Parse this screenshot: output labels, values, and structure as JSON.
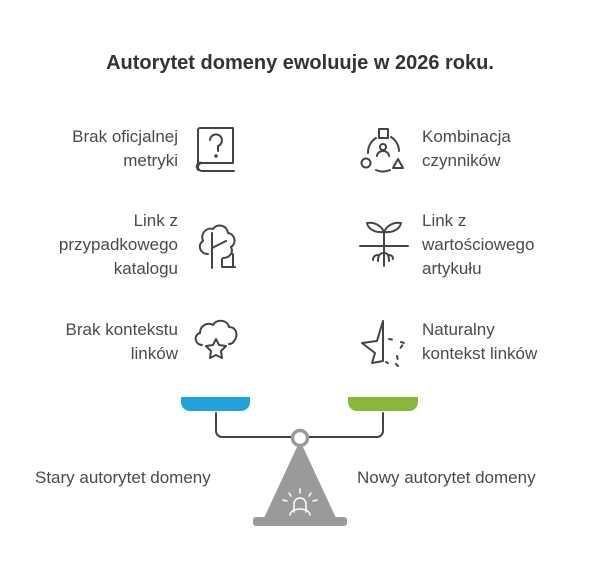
{
  "title": "Autorytet domeny ewoluuje w 2026 roku.",
  "left_items": [
    {
      "text": "Brak oficjalnej\nmetryki",
      "lines": [
        "Brak oficjalnej",
        "metryki"
      ],
      "icon": "book-question-icon"
    },
    {
      "lines": [
        "Link z",
        "przypadkowego",
        "katalogu"
      ],
      "icon": "tree-icon"
    },
    {
      "lines": [
        "Brak kontekstu",
        "linków"
      ],
      "icon": "cloud-star-icon"
    }
  ],
  "right_items": [
    {
      "lines": [
        "Kombinacja",
        "czynników"
      ],
      "icon": "shapes-person-icon"
    },
    {
      "lines": [
        "Link z",
        "wartościowego",
        "artykułu"
      ],
      "icon": "sprout-roots-icon"
    },
    {
      "lines": [
        "Naturalny",
        "kontekst linków"
      ],
      "icon": "half-star-icon"
    }
  ],
  "scale": {
    "left_label": "Stary autorytet domeny",
    "right_label": "Nowy autorytet domeny",
    "left_color": "#1fa3d8",
    "right_color": "#8bb83a",
    "base_color": "#9a9a9a"
  }
}
